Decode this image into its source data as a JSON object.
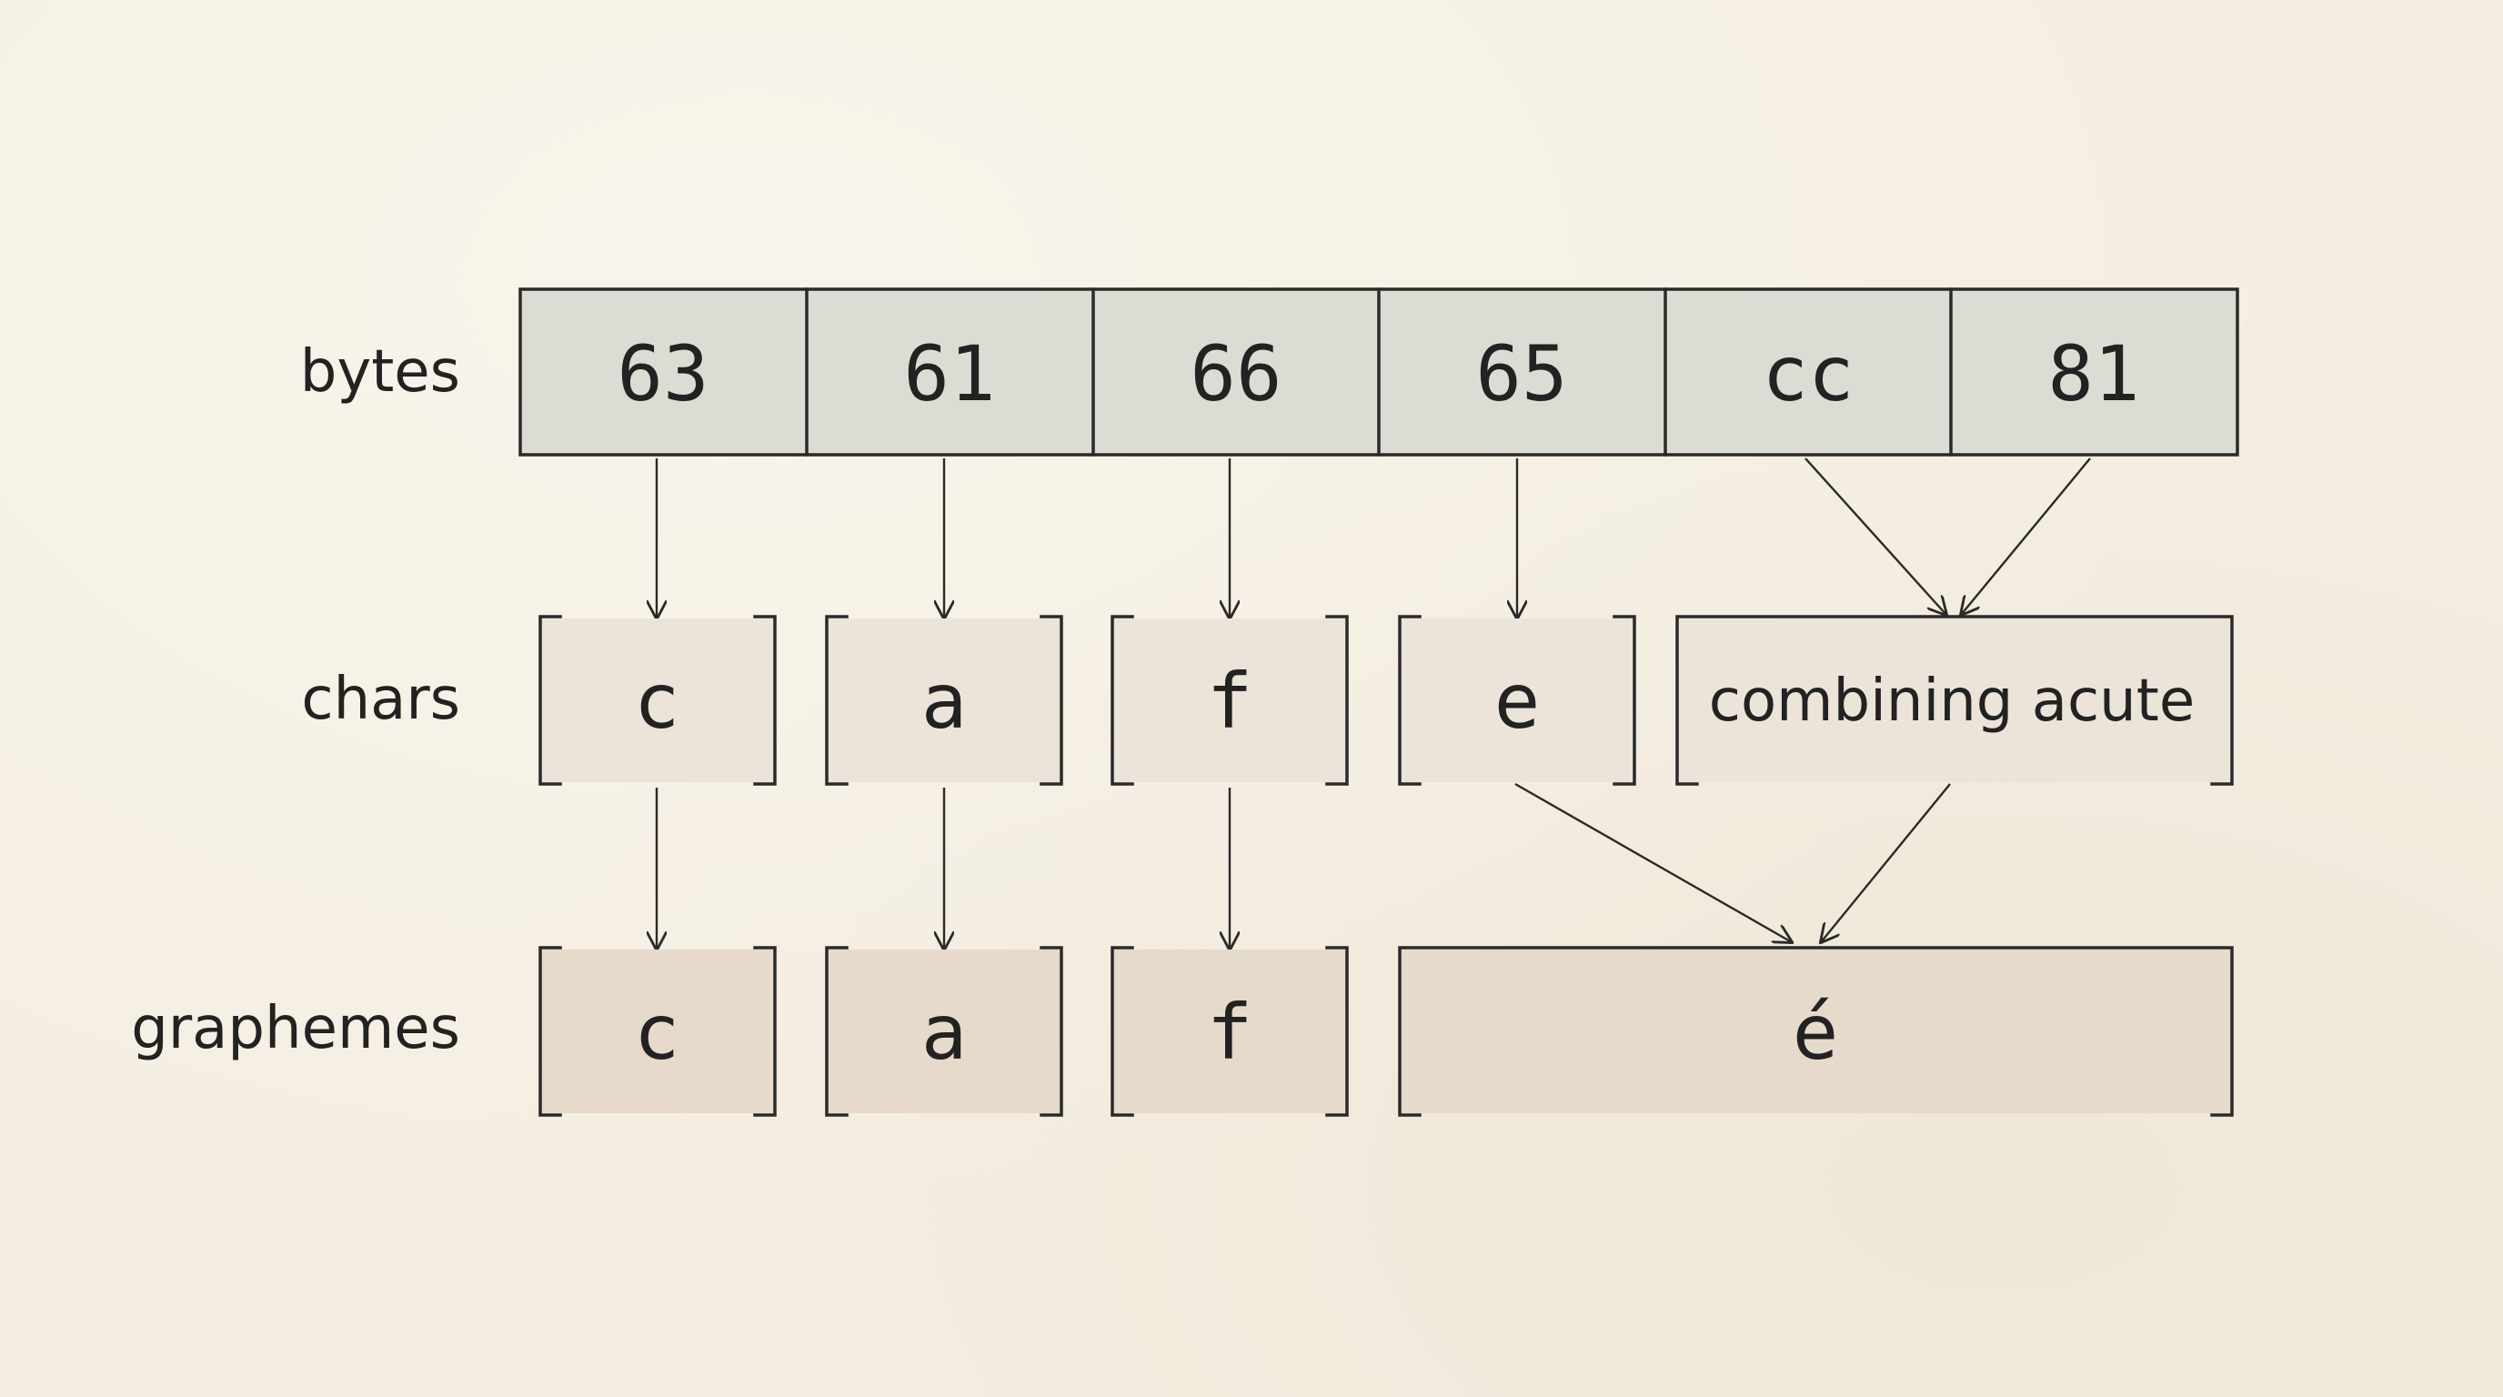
{
  "rows": {
    "bytes": "bytes",
    "chars": "chars",
    "graphemes": "graphemes"
  },
  "bytes": [
    "63",
    "61",
    "66",
    "65",
    "cc",
    "81"
  ],
  "chars": [
    "c",
    "a",
    "f",
    "e",
    "combining acute"
  ],
  "graphemes": [
    "c",
    "a",
    "f",
    "é"
  ],
  "colors": {
    "background": "#f5efe2",
    "byte_fill": "#dcdcd4",
    "char_fill": "#ece4d8",
    "grapheme_fill": "#e6dacb",
    "ink": "#2a2a2a"
  }
}
